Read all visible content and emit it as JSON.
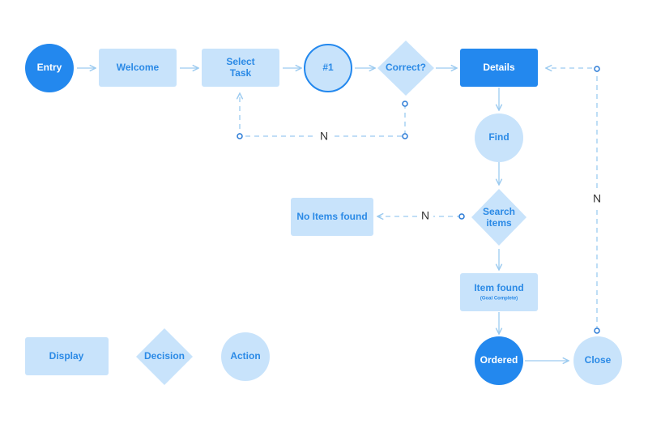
{
  "colors": {
    "light_fill": "#c8e3fb",
    "dark_fill": "#2388ee",
    "light_text": "#2b8ae6",
    "dark_text": "#ffffff",
    "line": "#9ccbf0",
    "dot": "#2b7bd6",
    "edge_label": "#333333"
  },
  "nodes": {
    "entry": "Entry",
    "welcome": "Welcome",
    "select_task_line1": "Select",
    "select_task_line2": "Task",
    "step_one": "#1",
    "correct": "Correct?",
    "details": "Details",
    "find": "Find",
    "search_items_line1": "Search",
    "search_items_line2": "items",
    "no_items_found": "No Items found",
    "item_found": "Item found",
    "item_found_sub": "(Goal Complete)",
    "ordered": "Ordered",
    "close": "Close"
  },
  "edge_labels": {
    "correct_no": "N",
    "search_no": "N",
    "close_no": "N"
  },
  "legend": {
    "display": "Display",
    "decision": "Decision",
    "action": "Action"
  }
}
